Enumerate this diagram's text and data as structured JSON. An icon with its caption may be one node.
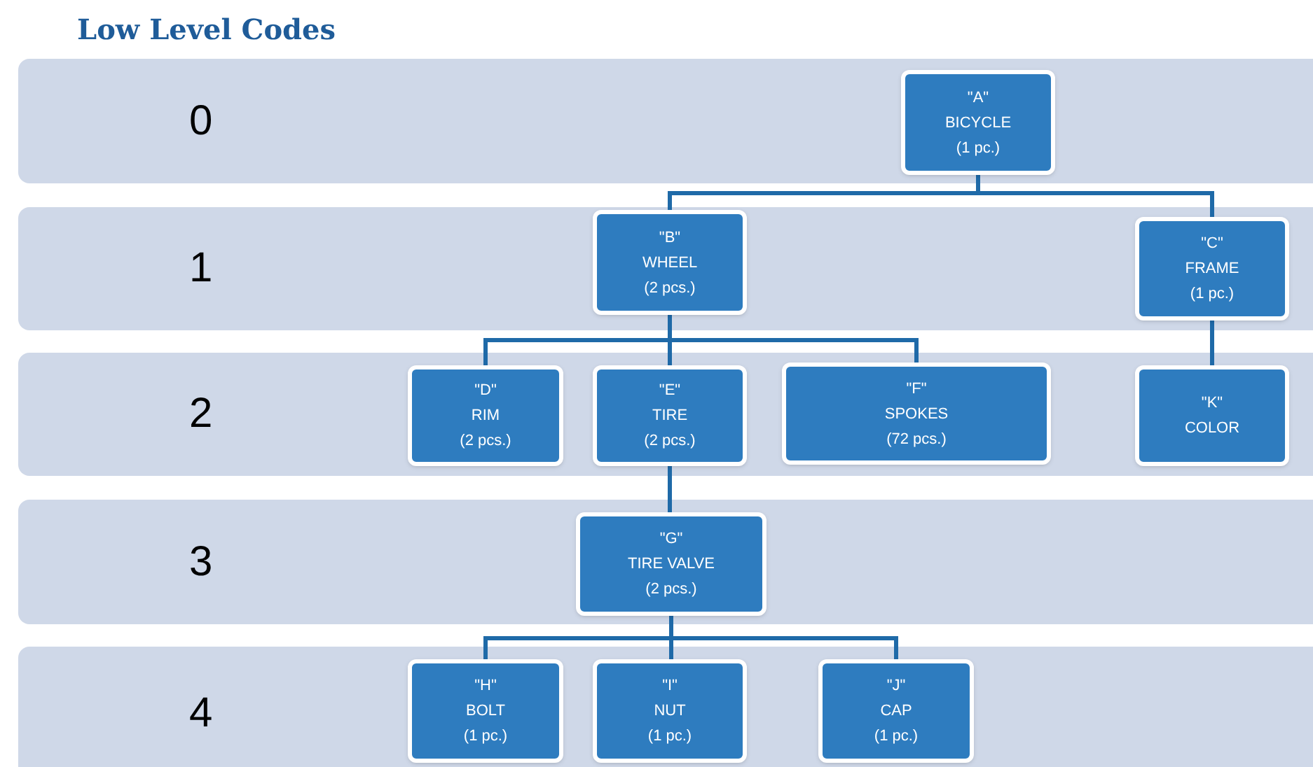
{
  "diagram": {
    "title": "Low Level Codes",
    "nodes": [
      {
        "text": [
          "0"
        ]
      },
      {
        "text": [
          "\"A\"",
          "BICYCLE",
          "(1 pc.)"
        ],
        "in": 0
      },
      {
        "text": [
          "1"
        ]
      },
      {
        "text": [
          "\"B\"",
          "WHEEL",
          "(2 pcs.)"
        ],
        "in": 2
      },
      {
        "text": [
          "\"C\"",
          "FRAME",
          "(1 pc.)"
        ],
        "in": 2
      },
      {
        "text": [
          "2"
        ]
      },
      {
        "text": [
          "\"D\"",
          "RIM",
          "(2 pcs.)"
        ],
        "in": 5
      },
      {
        "text": [
          "\"E\"",
          "TIRE",
          "(2 pcs.)"
        ],
        "in": 5
      },
      {
        "text": [
          "\"F\"",
          "SPOKES",
          "(72 pcs.)"
        ],
        "in": 5
      },
      {
        "text": [
          "\"K\"",
          "COLOR"
        ],
        "in": 5
      },
      {
        "text": [
          "3"
        ]
      },
      {
        "text": [
          "\"G\"",
          "TIRE VALVE",
          "(2 pcs.)"
        ],
        "in": 10
      },
      {
        "text": [
          "4"
        ]
      },
      {
        "text": [
          "\"H\"",
          "BOLT",
          "(1 pc.)"
        ],
        "in": 12
      },
      {
        "text": [
          "\"I\"",
          "NUT",
          "(1 pc.)"
        ],
        "in": 12
      },
      {
        "text": [
          "\"J\"",
          "CAP",
          "(1 pc.)"
        ],
        "in": 12
      }
    ],
    "edges": [
      {
        "from": 1,
        "to": 3,
        "arrow": "none"
      },
      {
        "from": 1,
        "to": 4,
        "arrow": "none"
      },
      {
        "from": 3,
        "to": 6,
        "arrow": "none"
      },
      {
        "from": 3,
        "to": 7,
        "arrow": "none"
      },
      {
        "from": 3,
        "to": 8,
        "arrow": "none"
      },
      {
        "from": 4,
        "to": 9,
        "arrow": "none"
      },
      {
        "from": 7,
        "to": 11,
        "arrow": "none"
      },
      {
        "from": 11,
        "to": 13,
        "arrow": "none"
      },
      {
        "from": 11,
        "to": 14,
        "arrow": "none"
      },
      {
        "from": 11,
        "to": 15,
        "arrow": "none"
      }
    ]
  }
}
